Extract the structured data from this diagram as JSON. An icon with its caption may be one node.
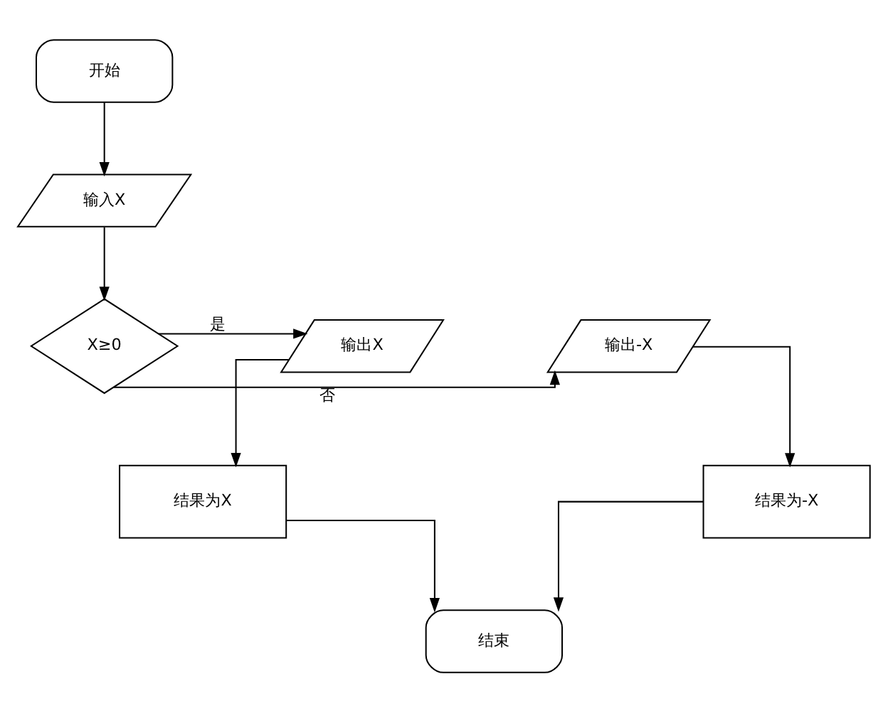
{
  "diagram": {
    "nodes": [
      {
        "text": [
          "开始"
        ]
      },
      {
        "text": [
          "输入X"
        ]
      },
      {
        "text": [
          "X≥0"
        ]
      },
      {
        "text": [
          "输出X"
        ]
      },
      {
        "text": [
          "输出-X"
        ]
      },
      {
        "text": [
          "结果为X"
        ]
      },
      {
        "text": [
          "结果为-X"
        ]
      },
      {
        "text": [
          "结束"
        ]
      }
    ],
    "edges": [
      {
        "from": 0,
        "to": 1,
        "arrow": "to"
      },
      {
        "from": 1,
        "to": 2,
        "arrow": "to"
      },
      {
        "from": 2,
        "to": 3,
        "arrow": "to",
        "label": "是"
      },
      {
        "from": 2,
        "to": 4,
        "arrow": "to",
        "label": "否"
      },
      {
        "from": 3,
        "to": 5,
        "arrow": "to"
      },
      {
        "from": 4,
        "to": 6,
        "arrow": "to"
      },
      {
        "from": 5,
        "to": 7,
        "arrow": "to"
      },
      {
        "from": 6,
        "to": 7,
        "arrow": "to"
      }
    ]
  }
}
